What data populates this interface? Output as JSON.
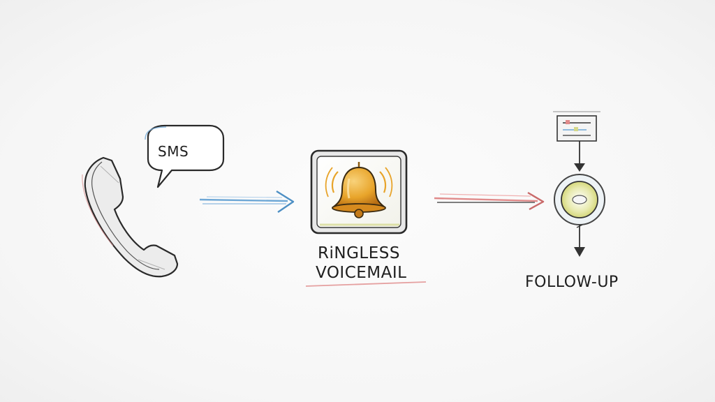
{
  "steps": [
    {
      "id": "sms",
      "label": "SMS",
      "icon": "phone-handset-icon"
    },
    {
      "id": "ringless",
      "label_line1": "RiNGLESS",
      "label_line2": "VOICEMAIL",
      "icon": "bell-icon"
    },
    {
      "id": "followup",
      "label": "FOLLOW-UP",
      "icon": "followup-node-icon"
    }
  ],
  "colors": {
    "ink": "#2a2a2a",
    "blue_arrow": "#6fa8d6",
    "red_arrow": "#e08a8a",
    "bell": "#e8a42a",
    "bell_shadow": "#b86e14",
    "followup_node": "#d9dc6a"
  }
}
